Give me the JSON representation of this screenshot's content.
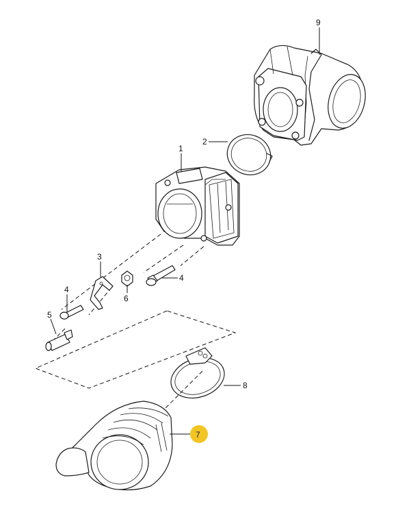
{
  "callouts": [
    {
      "key": "c9",
      "label": "9"
    },
    {
      "key": "c2",
      "label": "2"
    },
    {
      "key": "c1",
      "label": "1"
    },
    {
      "key": "c3",
      "label": "3"
    },
    {
      "key": "c4a",
      "label": "4"
    },
    {
      "key": "c4b",
      "label": "4"
    },
    {
      "key": "c5",
      "label": "5"
    },
    {
      "key": "c6",
      "label": "6"
    },
    {
      "key": "c8",
      "label": "8"
    },
    {
      "key": "c7",
      "label": "7"
    }
  ],
  "highlight": {
    "callout": "7",
    "color": "#f2c523",
    "text_color": "#222222"
  },
  "line_color": "#1a1a1a"
}
